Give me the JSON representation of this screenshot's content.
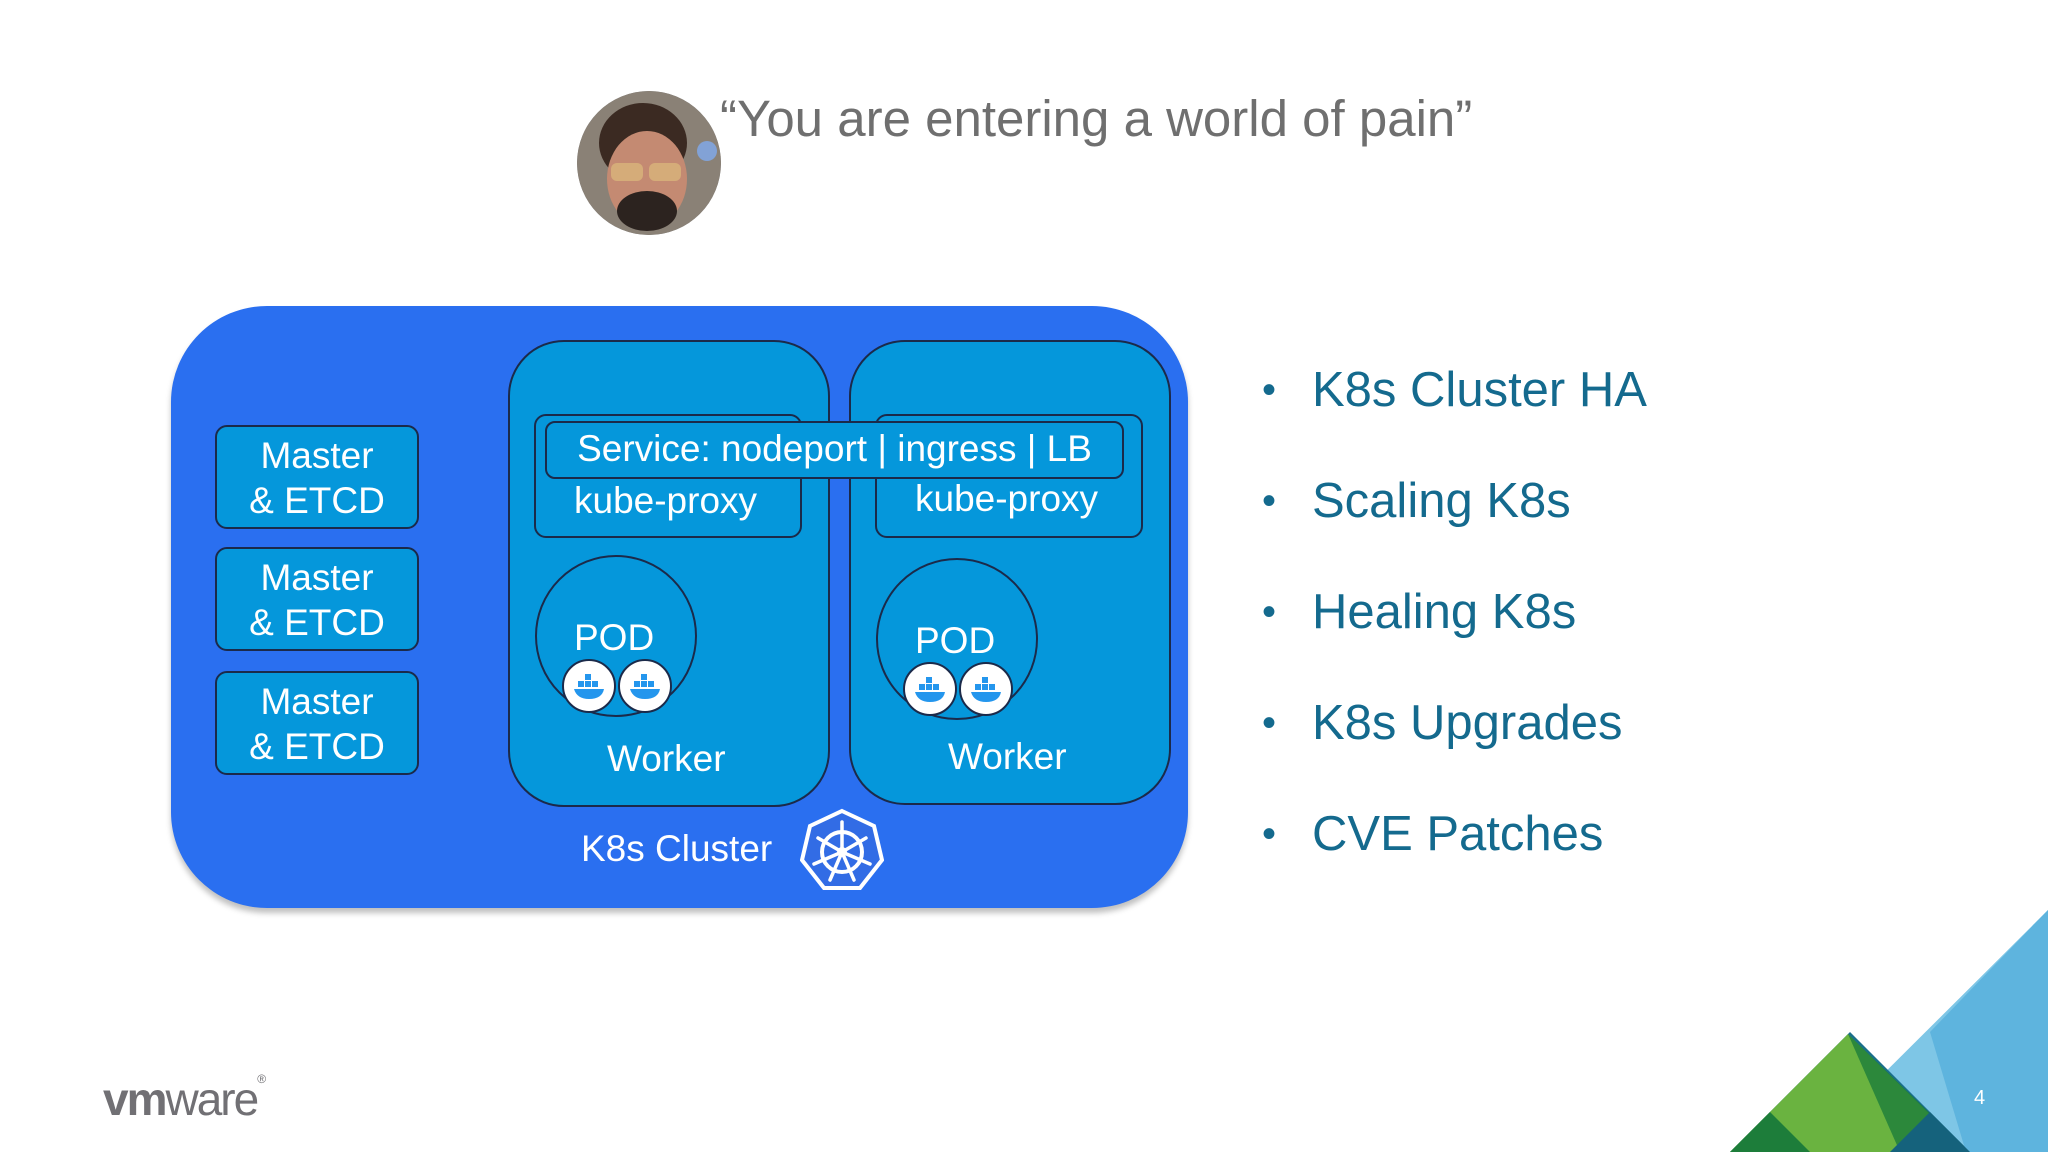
{
  "slide": {
    "quote": "“You are entering a world of pain”",
    "page_number": "4"
  },
  "diagram": {
    "masters": [
      {
        "line1": "Master",
        "line2": "& ETCD"
      },
      {
        "line1": "Master",
        "line2": "& ETCD"
      },
      {
        "line1": "Master",
        "line2": "& ETCD"
      }
    ],
    "service_label": "Service: nodeport | ingress | LB",
    "workers": [
      {
        "proxy": "kube-proxy",
        "pod": "POD",
        "label": "Worker"
      },
      {
        "proxy": "kube-proxy",
        "pod": "POD",
        "label": "Worker"
      }
    ],
    "cluster_label": "K8s Cluster"
  },
  "bullets": [
    "K8s Cluster HA",
    "Scaling K8s",
    "Healing K8s",
    "K8s Upgrades",
    "CVE Patches"
  ],
  "footer": {
    "logo_bold": "vm",
    "logo_light": "ware",
    "logo_mark": "®"
  },
  "colors": {
    "cluster": "#2a6ff0",
    "node": "#0597db",
    "bullet_text": "#146a8e",
    "brand_green": "#78be20",
    "brand_dark_green": "#1d7d3a",
    "brand_light_blue": "#7ec6e6",
    "brand_teal": "#1a6f8a"
  }
}
